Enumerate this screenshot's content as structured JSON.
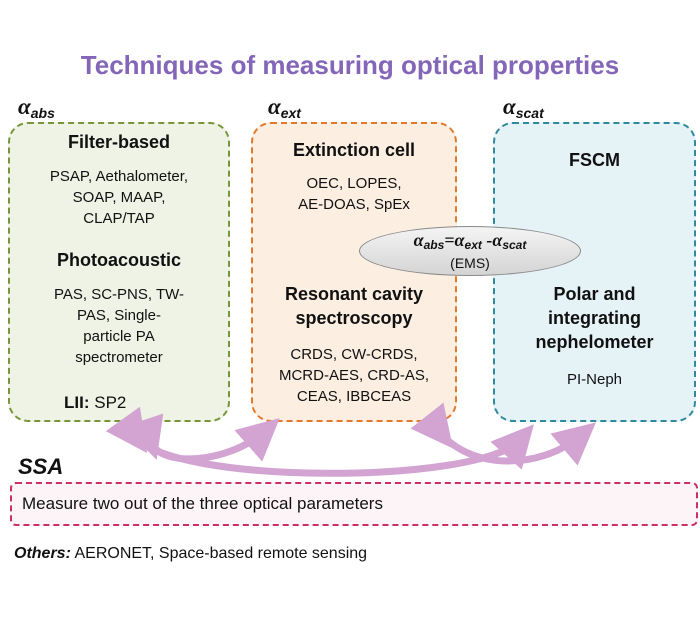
{
  "title": "Techniques of measuring optical properties",
  "alpha_symbol": "α",
  "alpha_labels": {
    "abs": "abs",
    "ext": "ext",
    "scat": "scat"
  },
  "green_box": {
    "head1": "Filter-based",
    "text1": [
      "PSAP, Aethalometer,",
      "SOAP, MAAP,",
      "CLAP/TAP"
    ],
    "head2": "Photoacoustic",
    "text2": [
      "PAS, SC-PNS, TW-",
      "PAS, Single-",
      "particle PA",
      "spectrometer"
    ],
    "lii_label": "LII:",
    "lii_value": "SP2"
  },
  "orange_box": {
    "head1": "Extinction cell",
    "text1": [
      "OEC, LOPES,",
      "AE-DOAS, SpEx"
    ],
    "head2": [
      "Resonant cavity",
      "spectroscopy"
    ],
    "text2": [
      "CRDS, CW-CRDS,",
      "MCRD-AES, CRD-AS,",
      "CEAS, IBBCEAS"
    ]
  },
  "teal_box": {
    "head1": "FSCM",
    "head2": [
      "Polar and",
      "integrating",
      "nephelometer"
    ],
    "text2": "PI-Neph"
  },
  "ems": {
    "eq_equals": "=",
    "eq_minus": " -",
    "label": "(EMS)"
  },
  "ssa": {
    "label": "SSA",
    "text": "Measure two out of the three optical parameters"
  },
  "others": {
    "label": "Others:",
    "text": "AERONET, Space-based remote sensing"
  },
  "colors": {
    "title": "#8466b8",
    "arrow": "#d3a4d2",
    "green": "#77963a",
    "orange": "#e27a2e",
    "teal": "#2f8a9e",
    "pink": "#cc2f63"
  }
}
